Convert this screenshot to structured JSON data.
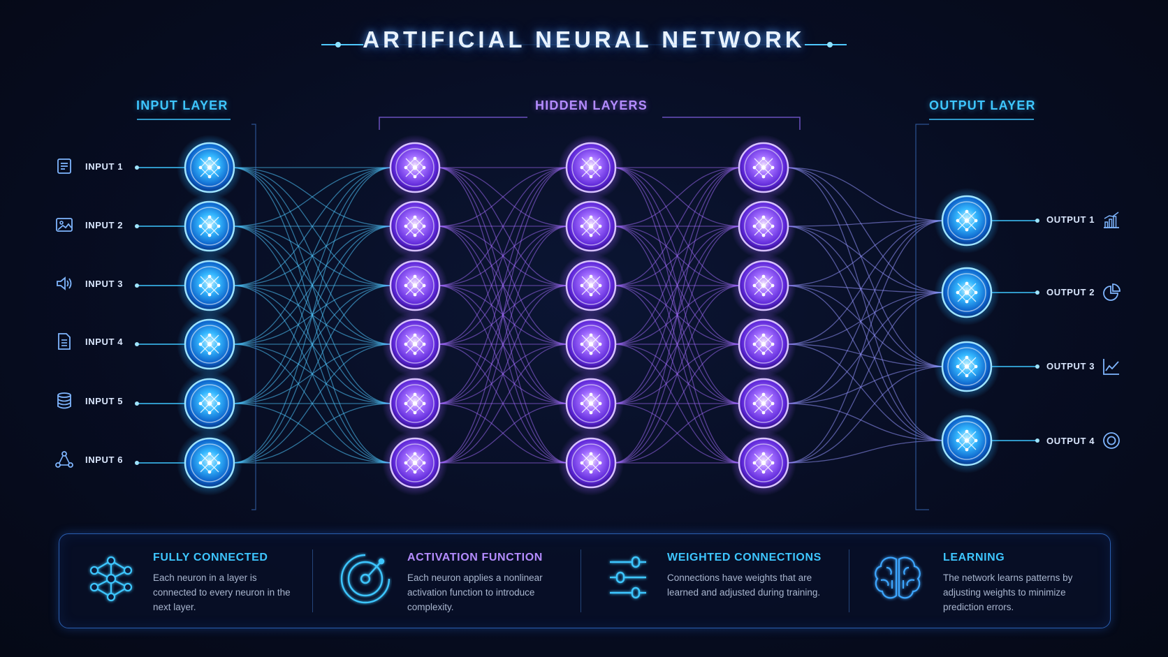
{
  "title": "ARTIFICIAL NEURAL NETWORK",
  "layers": {
    "input": "INPUT LAYER",
    "hidden": "HIDDEN LAYERS",
    "output": "OUTPUT LAYER"
  },
  "inputs": [
    {
      "label": "INPUT 1",
      "icon": "text-lines-icon"
    },
    {
      "label": "INPUT 2",
      "icon": "image-icon"
    },
    {
      "label": "INPUT 3",
      "icon": "speaker-icon"
    },
    {
      "label": "INPUT 4",
      "icon": "document-icon"
    },
    {
      "label": "INPUT 5",
      "icon": "database-icon"
    },
    {
      "label": "INPUT 6",
      "icon": "network-nodes-icon"
    }
  ],
  "outputs": [
    {
      "label": "OUTPUT 1",
      "icon": "bar-chart-icon"
    },
    {
      "label": "OUTPUT 2",
      "icon": "pie-chart-icon"
    },
    {
      "label": "OUTPUT 3",
      "icon": "line-chart-icon"
    },
    {
      "label": "OUTPUT 4",
      "icon": "target-icon"
    }
  ],
  "network": {
    "layer_sizes": [
      6,
      6,
      6,
      6,
      4
    ],
    "fully_connected": true
  },
  "features": [
    {
      "title": "FULLY CONNECTED",
      "desc": "Each neuron in a layer is connected to every neuron in the next layer.",
      "icon": "network-graph-icon"
    },
    {
      "title": "ACTIVATION FUNCTION",
      "desc": "Each neuron applies a nonlinear activation function to introduce complexity.",
      "icon": "activation-gauge-icon"
    },
    {
      "title": "WEIGHTED CONNECTIONS",
      "desc": "Connections have weights that are learned and adjusted during training.",
      "icon": "sliders-icon"
    },
    {
      "title": "LEARNING",
      "desc": "The network learns patterns by adjusting weights to minimize prediction errors.",
      "icon": "brain-icon"
    }
  ],
  "colors": {
    "input_accent": "#3ec6ff",
    "hidden_accent": "#a87cff",
    "output_accent": "#3ec6ff",
    "input_node": "#1aa7ff",
    "hidden_node": "#8a4dff",
    "output_node": "#1aa7ff",
    "panel_border": "#2a5fb0"
  }
}
